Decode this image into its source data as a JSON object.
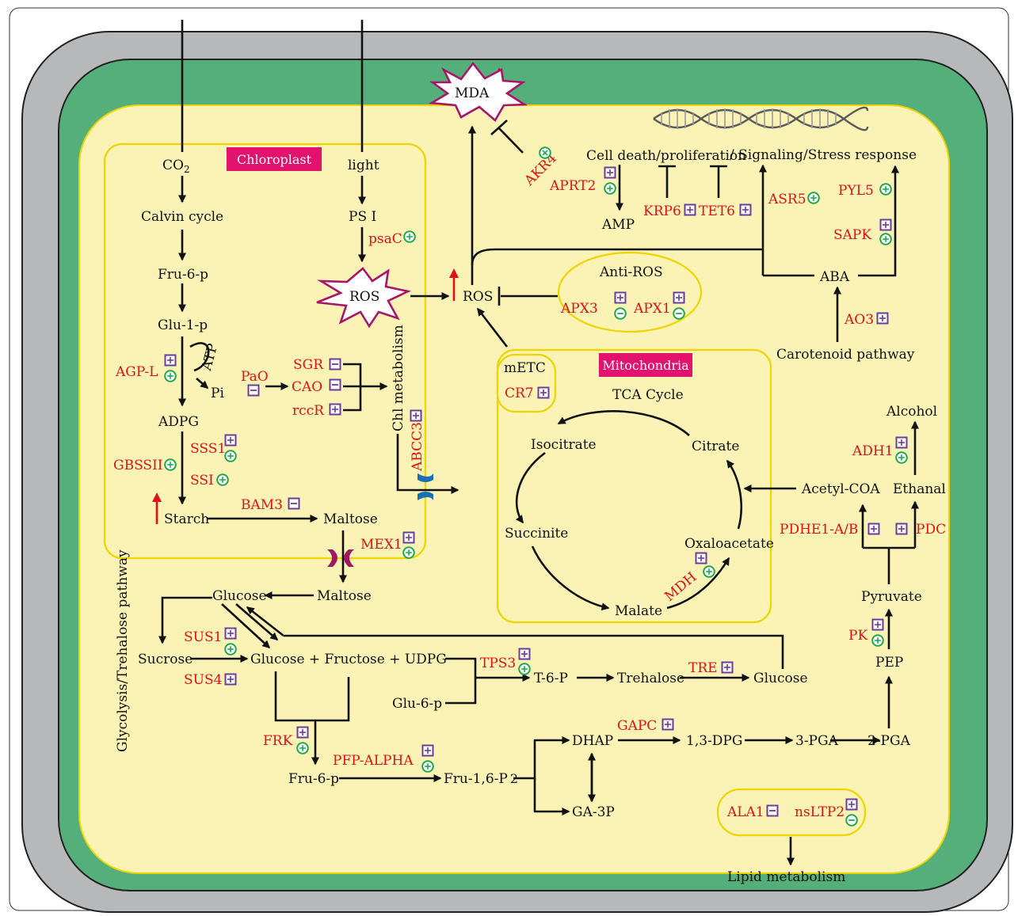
{
  "compartments": {
    "chloroplast": "Chloroplast",
    "mitochondria": "Mitochondria",
    "anti_ros": "Anti-ROS",
    "metc": "mETC",
    "tca": "TCA Cycle",
    "glycolysis_side": "Glycolysis/Trehalose pathway"
  },
  "labels": {
    "co2": "CO",
    "co2_sub": "2",
    "light": "light",
    "calvin": "Calvin cycle",
    "fru6p_top": "Fru-6-p",
    "glu1p": "Glu-1-p",
    "atp": "ATP",
    "pi": "Pi",
    "adpg": "ADPG",
    "starch": "Starch",
    "maltose_chl": "Maltose",
    "psi": "PS I",
    "ros_star": "ROS",
    "ros_main": "ROS",
    "mda": "MDA",
    "chl_metab": "Chl metabolism",
    "cell_death": "Cell death/proliferation",
    "signaling": "/ Signaling",
    "stress": "/Stress response",
    "amp": "AMP",
    "aba": "ABA",
    "carotenoid": "Carotenoid pathway",
    "isocitrate": "Isocitrate",
    "citrate": "Citrate",
    "succinite": "Succinite",
    "oxaloacetate": "Oxaloacetate",
    "malate": "Malate",
    "acetyl": "Acetyl-COA",
    "alcohol": "Alcohol",
    "ethanal": "Ethanal",
    "pyruvate": "Pyruvate",
    "pep": "PEP",
    "glucose1": "Glucose",
    "maltose_cyt": "Maltose",
    "sucrose": "Sucrose",
    "gfu": "Glucose + Fructose + UDPG",
    "glu6p": "Glu-6-p",
    "t6p": "T-6-P",
    "trehalose": "Trehalose",
    "glucose2": "Glucose",
    "fru6p_bot": "Fru-6-p",
    "fru16p": "Fru-1,6-P",
    "fru16p_sub": "2",
    "dhap": "DHAP",
    "dpg": "1,3-DPG",
    "pga3": "3-PGA",
    "pga2": "2-PGA",
    "ga3p": "GA-3P",
    "lipid": "Lipid metabolism"
  },
  "genes": {
    "psaC": "psaC",
    "akr4": "AKR4",
    "aprt2": "APRT2",
    "krp6": "KRP6",
    "tet6": "TET6",
    "asr5": "ASR5",
    "pyl5": "PYL5",
    "sapk": "SAPK",
    "apx3": "APX3",
    "apx1": "APX1",
    "ao3": "AO3",
    "cr7": "CR7",
    "agpl": "AGP-L",
    "pao": "PaO",
    "sgr": "SGR",
    "cao": "CAO",
    "rccr": "rccR",
    "abcc3": "ABCC3",
    "sss1": "SSS1",
    "gbssii": "GBSSII",
    "ssi": "SSI",
    "bam3": "BAM3",
    "mex1": "MEX1",
    "adh1": "ADH1",
    "pdhe": "PDHE1-A/B",
    "pdc": "PDC",
    "mdh": "MDH",
    "pk": "PK",
    "sus1": "SUS1",
    "sus4": "SUS4",
    "tps3": "TPS3",
    "tre": "TRE",
    "frk": "FRK",
    "pfp": "PFP-ALPHA",
    "gapc": "GAPC",
    "ala1": "ALA1",
    "nsltp2": "nsLTP2"
  },
  "colors": {
    "outer_wall": "#b7b8b9",
    "membrane": "#55af7b",
    "cytoplasm": "#faf3b5",
    "organelle_border": "#f0d400",
    "gene_red": "#e0101a",
    "box_purple": "#6a3d9a",
    "circle_green": "#1fa84a",
    "title_magenta": "#e3126f",
    "star_magenta": "#a8156a",
    "transporter_blue": "#1b6fb5",
    "transporter_purple": "#a0185f"
  }
}
